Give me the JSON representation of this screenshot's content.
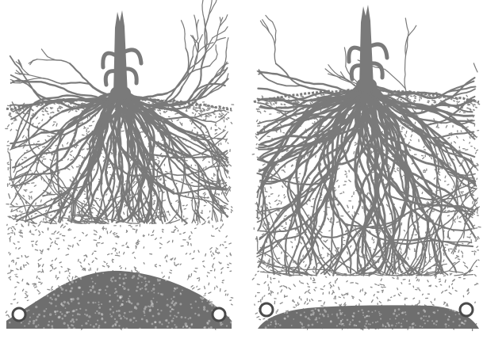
{
  "panels": [
    {
      "id": "left",
      "description_free": true,
      "water_table_shape": "mound",
      "root_depth_fraction": 0.55,
      "colors": {
        "root": "#7a7a7a",
        "soil_dot": "#8a8a8a",
        "water": "#6e6e6e",
        "pipe": "#4a4a4a"
      }
    },
    {
      "id": "right",
      "description_free": true,
      "water_table_shape": "flat",
      "root_depth_fraction": 0.78,
      "colors": {
        "root": "#7a7a7a",
        "soil_dot": "#8a8a8a",
        "water": "#6e6e6e",
        "pipe": "#4a4a4a"
      }
    }
  ]
}
